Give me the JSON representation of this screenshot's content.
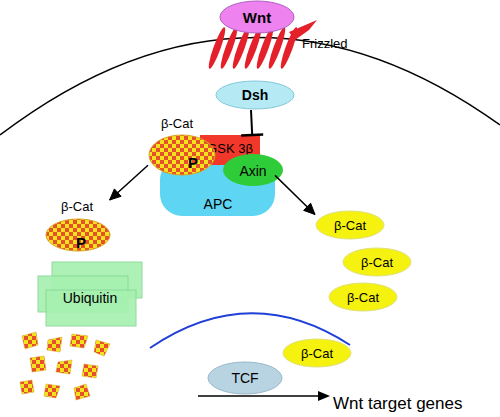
{
  "diagram": {
    "nodes": [
      {
        "text": [
          "Wnt"
        ]
      },
      {
        "text": [
          "Frizzled"
        ]
      },
      {
        "text": [
          "Dsh"
        ]
      },
      {
        "text": [
          "β-Cat",
          "P"
        ]
      },
      {
        "text": [
          "GSK 3β"
        ]
      },
      {
        "text": [
          "Axin"
        ]
      },
      {
        "text": [
          "APC"
        ]
      },
      {
        "text": [
          "β-Cat",
          "P"
        ]
      },
      {
        "text": [
          "Ubiquitin"
        ]
      },
      {
        "text": [
          "β-Cat"
        ]
      },
      {
        "text": [
          "β-Cat"
        ]
      },
      {
        "text": [
          "β-Cat"
        ]
      },
      {
        "text": [
          "β-Cat"
        ]
      },
      {
        "text": [
          "TCF"
        ]
      }
    ],
    "edges": [
      {
        "from": 2,
        "to": 4,
        "arrow": "to"
      },
      {
        "from": 3,
        "to": 7,
        "arrow": "to"
      },
      {
        "from": 6,
        "to": 9,
        "arrow": "to"
      }
    ],
    "labels": [
      "Wnt target genes"
    ]
  }
}
